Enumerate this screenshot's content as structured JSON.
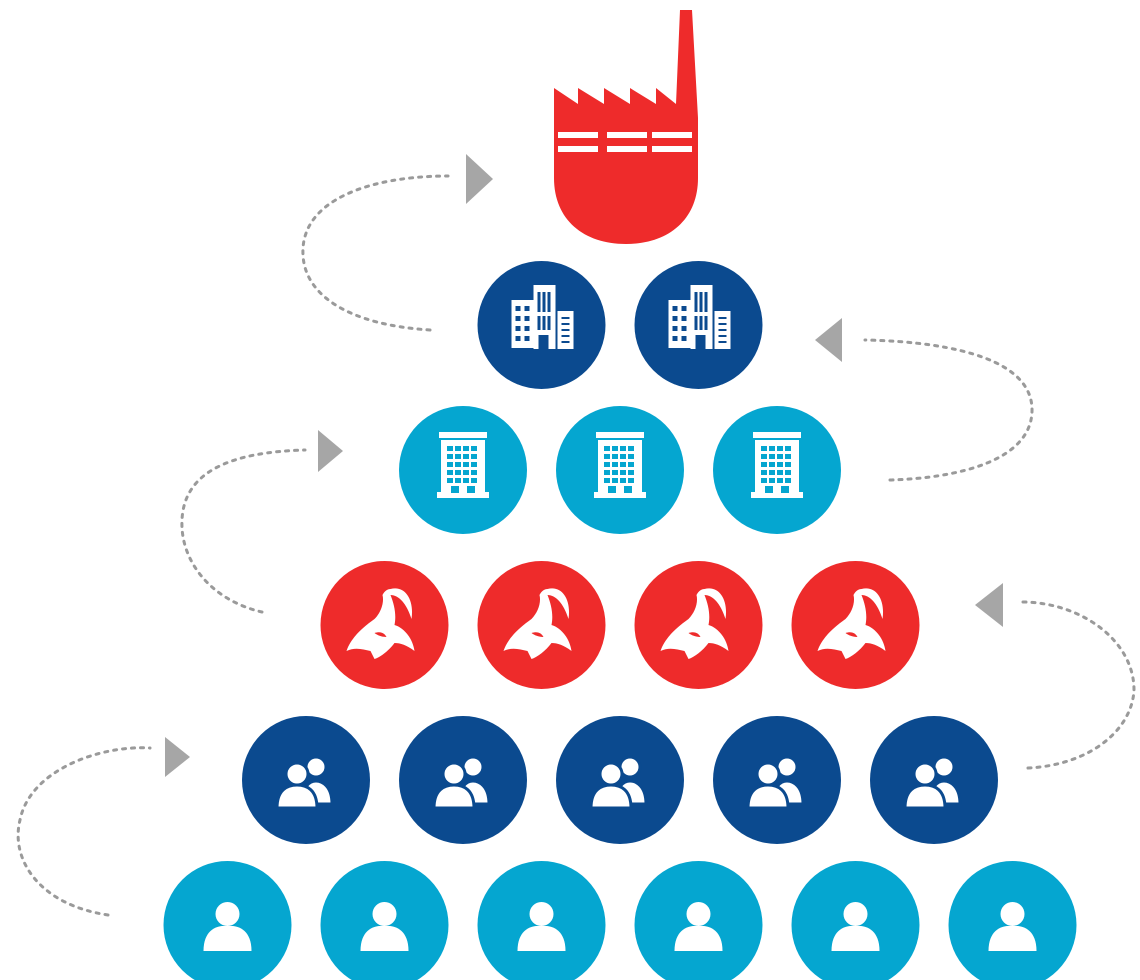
{
  "colors": {
    "factory": "#ee2b2b",
    "corporate": "#0b4a8f",
    "office": "#05a6d0",
    "antelope": "#ee2b2b",
    "group": "#0b4a8f",
    "person": "#05a6d0",
    "connector": "#9a9a9a",
    "arrowhead": "#a6a6a6",
    "glyph": "#ffffff"
  },
  "diagram": {
    "apex": {
      "icon": "factory-icon"
    },
    "tiers": [
      {
        "id": "corporate-buildings",
        "count": 2,
        "icon": "corporate-building-icon",
        "fill": "corporate"
      },
      {
        "id": "office-buildings",
        "count": 3,
        "icon": "office-building-icon",
        "fill": "office"
      },
      {
        "id": "antelopes",
        "count": 4,
        "icon": "antelope-head-icon",
        "fill": "antelope"
      },
      {
        "id": "groups",
        "count": 5,
        "icon": "people-group-icon",
        "fill": "group"
      },
      {
        "id": "individuals",
        "count": 6,
        "icon": "person-icon",
        "fill": "person"
      }
    ],
    "connectors": [
      {
        "from": "individuals",
        "to": "groups",
        "side": "left"
      },
      {
        "from": "groups",
        "to": "antelopes",
        "side": "right"
      },
      {
        "from": "antelopes",
        "to": "office-buildings",
        "side": "left"
      },
      {
        "from": "office-buildings",
        "to": "corporate-buildings",
        "side": "right"
      },
      {
        "from": "corporate-buildings",
        "to": "factory",
        "side": "left"
      }
    ]
  }
}
